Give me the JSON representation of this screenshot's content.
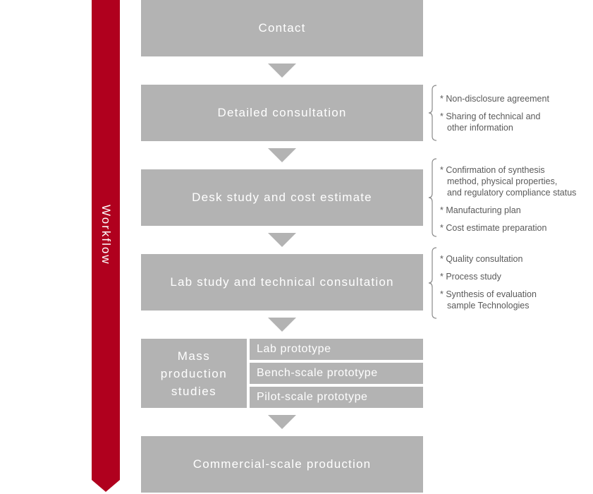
{
  "workflow": {
    "label": "Workflow",
    "color": "#b0001e"
  },
  "steps": [
    {
      "label": "Contact"
    },
    {
      "label": "Detailed consultation"
    },
    {
      "label": "Desk study and cost estimate"
    },
    {
      "label": "Lab study and technical consultation"
    }
  ],
  "mass_production": {
    "label_lines": [
      "Mass",
      "production",
      "studies"
    ],
    "sub_steps": [
      {
        "label": "Lab prototype"
      },
      {
        "label": "Bench-scale prototype"
      },
      {
        "label": "Pilot-scale prototype"
      }
    ]
  },
  "final_step": {
    "label": "Commercial-scale production"
  },
  "notes": {
    "detailed_consultation": [
      [
        "* Non-disclosure agreement"
      ],
      [
        "* Sharing of technical and",
        "other information"
      ]
    ],
    "desk_study": [
      [
        "* Confirmation of synthesis",
        "method, physical properties,",
        "and regulatory compliance status"
      ],
      [
        "* Manufacturing plan"
      ],
      [
        "* Cost estimate preparation"
      ]
    ],
    "lab_study": [
      [
        "* Quality consultation"
      ],
      [
        "* Process study"
      ],
      [
        "* Synthesis of evaluation",
        "sample Technologies"
      ]
    ]
  },
  "colors": {
    "box": "#b3b3b3",
    "box_text": "#ffffff",
    "note_text": "#5a5a5a",
    "brace": "#8a8a8a"
  }
}
